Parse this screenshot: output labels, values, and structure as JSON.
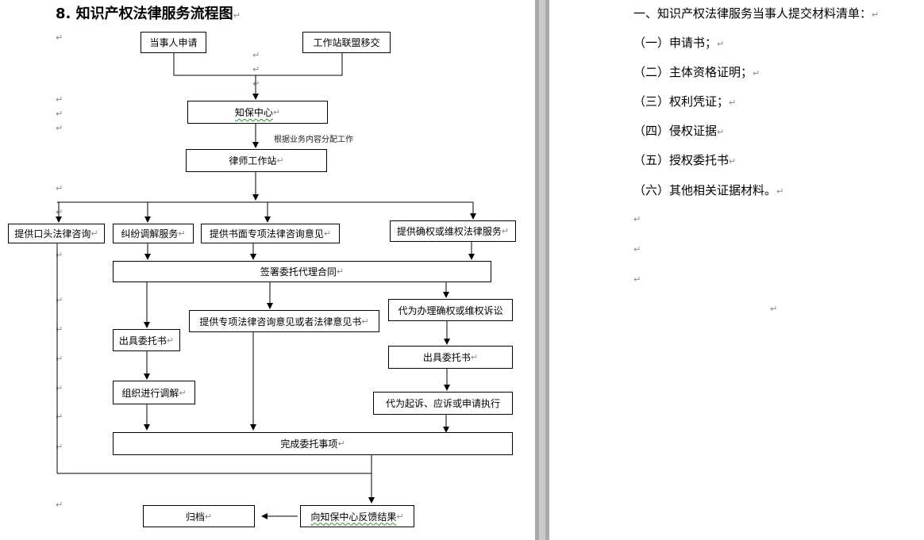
{
  "flowchart": {
    "title": "8. 知识产权法律服务流程图",
    "nodes": {
      "applicant": "当事人申请",
      "station_transfer": "工作站联盟移交",
      "ip_center": "知保中心",
      "lawyer_station": "律师工作站",
      "oral_consult": "提供口头法律咨询",
      "dispute_mediation": "纠纷调解服务",
      "written_opinion": "提供书面专项法律咨询意见",
      "rights_service": "提供确权或维权法律服务",
      "sign_contract": "签署委托代理合同",
      "special_opinion": "提供专项法律咨询意见或者法律意见书",
      "agent_litigation": "代为办理确权或维权诉讼",
      "issue_authorization_left": "出具委托书",
      "issue_authorization_right": "出具委托书",
      "organize_mediation": "组织进行调解",
      "agent_sue": "代为起诉、应诉或申请执行",
      "complete_matters": "完成委托事项",
      "archive": "归档",
      "feedback": "向知保中心反馈结果"
    },
    "note": "根据业务内容分配工作"
  },
  "materials": {
    "heading": "一、知识产权法律服务当事人提交材料清单：",
    "items": [
      "（一）申请书；",
      "（二）主体资格证明；",
      "（三）权利凭证；",
      "（四）侵权证据",
      "（五）授权委托书",
      "（六）其他相关证据材料。"
    ]
  },
  "symbols": {
    "paragraph_mark": "↵"
  }
}
